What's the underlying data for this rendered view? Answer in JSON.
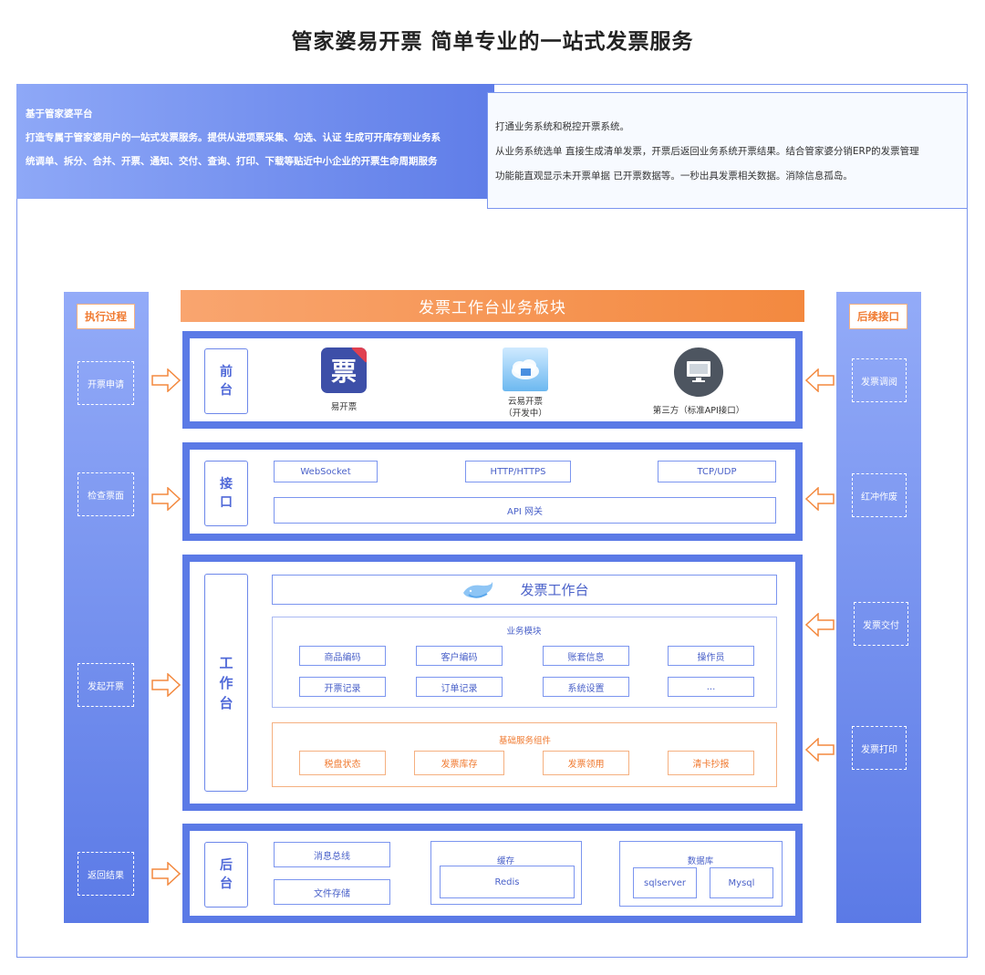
{
  "title": "管家婆易开票 简单专业的一站式发票服务",
  "intro_left": {
    "heading": "基于管家婆平台",
    "line1": "打造专属于管家婆用户的一站式发票服务。提供从进项票采集、勾选、认证 生成可开库存到业务系",
    "line2": "统调单、拆分、合并、开票、通知、交付、查询、打印、下载等贴近中小企业的开票生命周期服务"
  },
  "intro_right": {
    "line1": "打通业务系统和税控开票系统。",
    "line2": "从业务系统选单 直接生成清单发票，开票后返回业务系统开票结果。结合管家婆分销ERP的发票管理",
    "line3": "功能能直观显示未开票单据 已开票数据等。一秒出具发票相关数据。消除信息孤岛。"
  },
  "left_panel": {
    "title": "执行过程",
    "items": [
      "开票申请",
      "检查票面",
      "发起开票",
      "返回结果"
    ]
  },
  "right_panel": {
    "title": "后续接口",
    "items": [
      "发票调阅",
      "红冲作废",
      "发票交付",
      "发票打印"
    ]
  },
  "banner": "发票工作台业务板块",
  "front": {
    "label": "前\n台",
    "apps": [
      {
        "name": "易开票",
        "sub": "",
        "glyph": "票"
      },
      {
        "name": "云易开票",
        "sub": "（开发中）"
      },
      {
        "name": "第三方（标准API接口）",
        "sub": ""
      }
    ]
  },
  "interface": {
    "label": "接\n口",
    "protocols": [
      "WebSocket",
      "HTTP/HTTPS",
      "TCP/UDP"
    ],
    "gateway": "API 网关"
  },
  "workbench": {
    "label": "工\n作\n台",
    "header": "发票工作台",
    "modules_title": "业务模块",
    "modules": [
      "商品编码",
      "客户编码",
      "账套信息",
      "操作员",
      "开票记录",
      "订单记录",
      "系统设置",
      "..."
    ],
    "base_title": "基础服务组件",
    "base": [
      "税盘状态",
      "发票库存",
      "发票领用",
      "清卡抄报"
    ]
  },
  "backend": {
    "label": "后\n台",
    "msg_bus": "消息总线",
    "file_store": "文件存储",
    "cache_title": "缓存",
    "cache_item": "Redis",
    "db_title": "数据库",
    "db_items": [
      "sqlserver",
      "Mysql"
    ]
  },
  "colors": {
    "accent_blue": "#5b7ae6",
    "accent_orange": "#f3893f",
    "text_blue": "#4a61c9"
  }
}
